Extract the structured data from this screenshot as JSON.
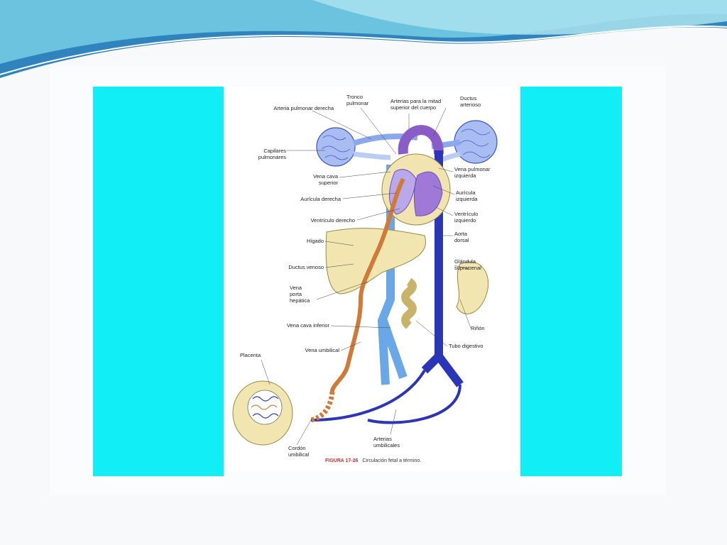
{
  "diagram": {
    "labels": {
      "tronco_pulmonar": "Tronco\npulmonar",
      "arterias_mitad": "Arterias para la mitad\nsuperior del cuerpo",
      "ductus_arterioso": "Ductus\narterioso",
      "arteria_pulmonar_derecha": "Arteria pulmonar derecha",
      "capilares_pulmonares": "Capilares\npulmonares",
      "vena_cava_superior": "Vena cava\nsuperior",
      "vena_pulmonar_izquierda": "Vena pulmonar\nizquierda",
      "auricula_derecha": "Aurícula derecha",
      "auricula_izquierda": "Aurícula\nizquierda",
      "ventriculo_derecho": "Ventrículo derecho",
      "ventriculo_izquierdo": "Ventrículo\nizquierdo",
      "aorta_dorsal": "Aorta\ndorsal",
      "higado": "Hígado",
      "glandula_suprarrenal": "Glándula\nsuprarrenal",
      "ductus_venoso": "Ductus venoso",
      "vena_porta_hepatica": "Vena\nporta\nhepática",
      "vena_cava_inferior": "Vena cava inferior",
      "rinon": "Riñón",
      "tubo_digestivo": "Tubo digestivo",
      "vena_umbilical": "Vena umbilical",
      "placenta": "Placenta",
      "arterias_umbilicales": "Arterias\numbilicales",
      "cordon_umbilical": "Cordón\numbilical"
    },
    "caption_label": "FIGURA 17-26",
    "caption_text": "Circulación fetal a término."
  },
  "colors": {
    "accent_cyan": "#12eef5",
    "header_blue": "#2e7fb8",
    "header_light": "#8fd6e6",
    "oxygenated_vessel": "#d07a3a",
    "mixed_vessel": "#6aa7e6",
    "deoxygenated_vessel": "#2a35b8",
    "heart_purple": "#8a5cc8"
  }
}
